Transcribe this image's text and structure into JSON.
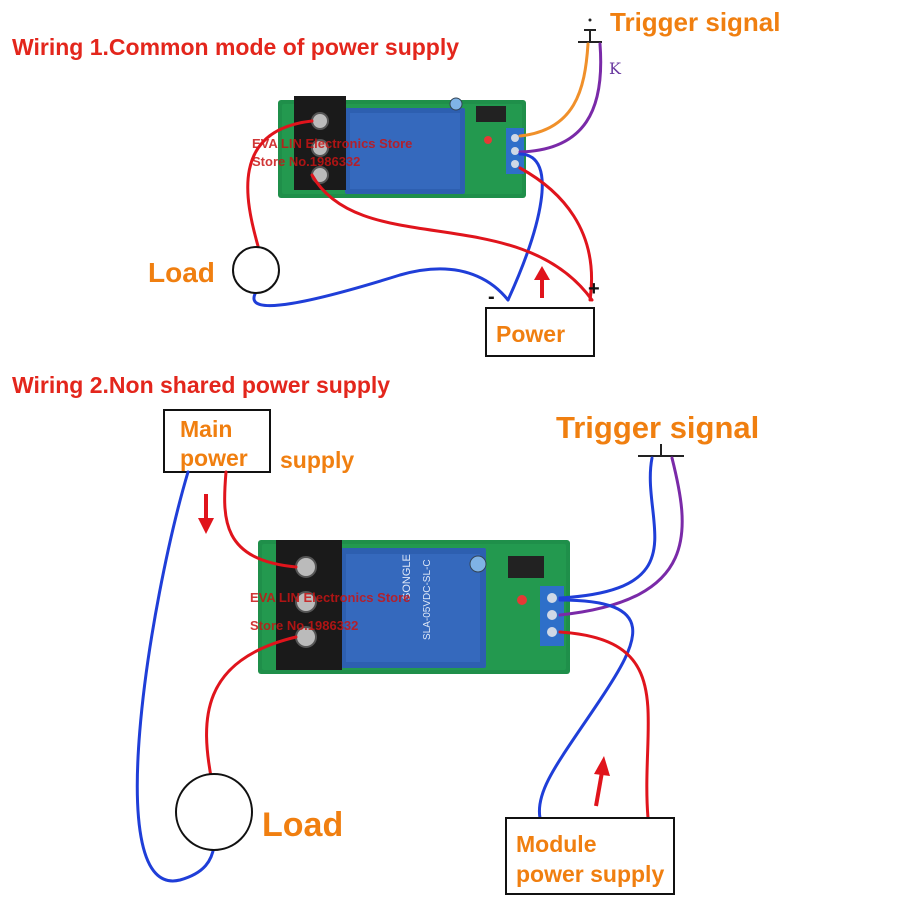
{
  "wiring1": {
    "heading": "Wiring 1.Common mode of power supply",
    "trigger_label": "Trigger signal",
    "switch_label": "K",
    "load_label": "Load",
    "power_label": "Power",
    "minus_label": "-",
    "plus_label": "+"
  },
  "wiring2": {
    "heading": "Wiring 2.Non shared power supply",
    "main_power_line1": "Main",
    "main_power_line2": "power",
    "main_power_line3": "supply",
    "trigger_label": "Trigger signal",
    "load_label": "Load",
    "module_power_line1": "Module",
    "module_power_line2": "power supply"
  },
  "board": {
    "store_name": "EVA LIN Electronics Store",
    "store_no": "Store No.1986332",
    "relay_brand": "SONGLE",
    "relay_model": "SLA-05VDC-SL-C"
  },
  "colors": {
    "heading": "#e3261c",
    "label": "#f07f10",
    "wire_red": "#e0141c",
    "wire_blue": "#1f3ed8",
    "wire_purple": "#7a2aa8",
    "wire_orange": "#f0902a",
    "pcb": "#1f8f4a",
    "relay": "#2d5fb0",
    "terminal": "#2e6fc9"
  }
}
